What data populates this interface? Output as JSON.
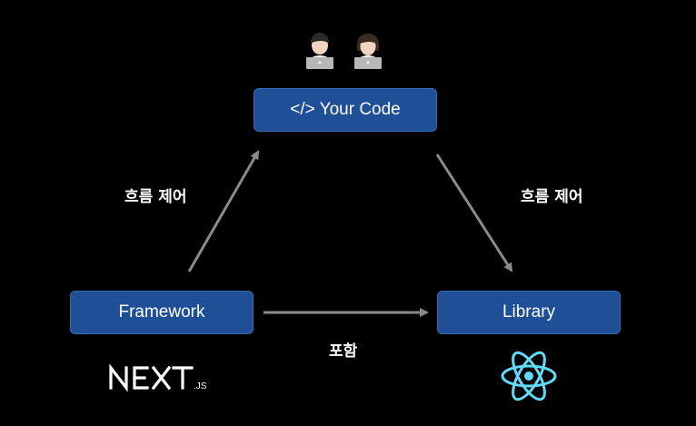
{
  "diagram": {
    "nodes": {
      "code": {
        "label": "</> Your Code"
      },
      "framework": {
        "label": "Framework"
      },
      "library": {
        "label": "Library"
      }
    },
    "edges": {
      "framework_to_code": {
        "label": "흐름 제어"
      },
      "code_to_library": {
        "label": "흐름 제어"
      },
      "framework_to_library": {
        "label": "포함"
      }
    },
    "logos": {
      "framework": {
        "text": "NEXT.JS",
        "icon": "nextjs-logo"
      },
      "library": {
        "icon": "react-logo"
      }
    },
    "developers": {
      "icons": [
        "developer-man-icon",
        "developer-woman-icon"
      ]
    }
  },
  "colors": {
    "background": "#000000",
    "node_fill": "#1f4f96",
    "arrow": "#8a8a8a",
    "react": "#61dafb"
  }
}
